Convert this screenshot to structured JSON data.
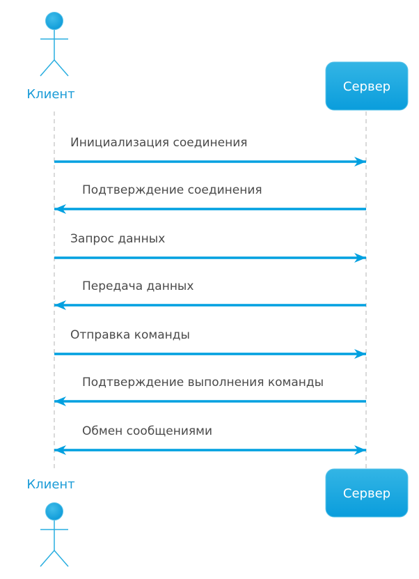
{
  "participants": {
    "client": {
      "label": "Клиент",
      "type": "actor"
    },
    "server": {
      "label": "Сервер",
      "type": "participant"
    }
  },
  "colors": {
    "accent": "#00a0e0",
    "actor": "#29aee0",
    "lifeline": "#c0c0c0",
    "text": "#4a4a4a"
  },
  "messages": [
    {
      "label": "Инициализация соединения",
      "direction": "right"
    },
    {
      "label": "Подтверждение соединения",
      "direction": "left"
    },
    {
      "label": "Запрос данных",
      "direction": "right"
    },
    {
      "label": "Передача данных",
      "direction": "left"
    },
    {
      "label": "Отправка команды",
      "direction": "right"
    },
    {
      "label": "Подтверждение выполнения команды",
      "direction": "left"
    },
    {
      "label": "Обмен сообщениями",
      "direction": "both"
    }
  ]
}
